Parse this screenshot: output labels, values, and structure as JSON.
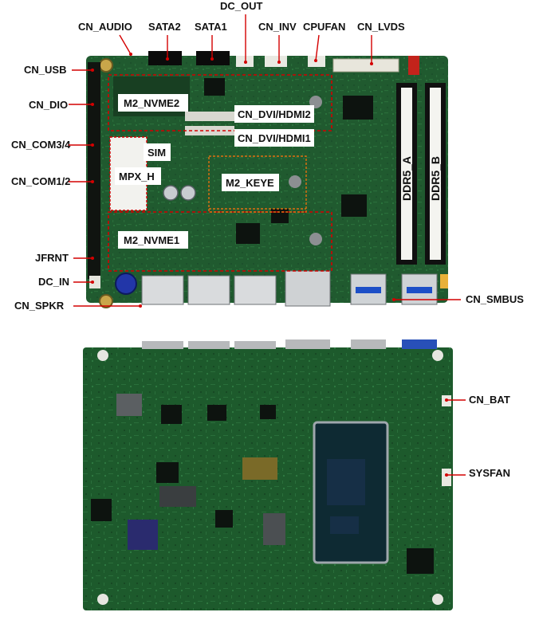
{
  "top_board": {
    "external_labels": {
      "cn_audio": "CN_AUDIO",
      "sata2": "SATA2",
      "sata1": "SATA1",
      "dc_out": "DC_OUT",
      "cn_inv": "CN_INV",
      "cpufan": "CPUFAN",
      "cn_lvds": "CN_LVDS",
      "cn_usb": "CN_USB",
      "cn_dio": "CN_DIO",
      "cn_com34": "CN_COM3/4",
      "cn_com12": "CN_COM1/2",
      "jfrnt": "JFRNT",
      "dc_in": "DC_IN",
      "cn_spkr": "CN_SPKR",
      "cn_smbus": "CN_SMBUS"
    },
    "internal_labels": {
      "m2_nvme2": "M2_NVME2",
      "cn_dvi_hdmi2": "CN_DVI/HDMI2",
      "cn_dvi_hdmi1": "CN_DVI/HDMI1",
      "sim": "SIM",
      "mpx_h": "MPX_H",
      "m2_keye": "M2_KEYE",
      "m2_nvme1": "M2_NVME1",
      "ddr5_a": "DDR5_A",
      "ddr5_b": "DDR5_B"
    }
  },
  "bottom_board": {
    "external_labels": {
      "cn_bat": "CN_BAT",
      "sysfan": "SYSFAN"
    }
  },
  "colors": {
    "pcb": "#1f5a2e",
    "pcb_dark": "#123a1d",
    "leader": "#d40000",
    "label_box": "#ffffff"
  }
}
